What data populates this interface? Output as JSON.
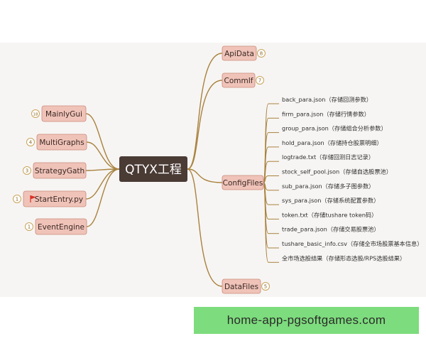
{
  "center": {
    "label": "QTYX工程"
  },
  "right_nodes": [
    {
      "label": "ApiData",
      "badge": "8"
    },
    {
      "label": "CommIf",
      "badge": "7"
    },
    {
      "label": "ConfigFiles",
      "badge": ""
    },
    {
      "label": "DataFiles",
      "badge": "5"
    }
  ],
  "left_nodes": [
    {
      "label": "MainlyGui",
      "badge": "18",
      "flag": false
    },
    {
      "label": "MultiGraphs",
      "badge": "4",
      "flag": false
    },
    {
      "label": "StrategyGath",
      "badge": "3",
      "flag": false
    },
    {
      "label": "StartEntry.py",
      "badge": "1",
      "flag": true
    },
    {
      "label": "EventEngine",
      "badge": "1",
      "flag": false
    }
  ],
  "config_items": [
    "back_para.json（存储回测参数）",
    "firm_para.json（存储行情参数）",
    "group_para.json（存储组合分析参数）",
    "hold_para.json（存储持仓股票明细）",
    "logtrade.txt（存储回测日志记录）",
    "stock_self_pool.json（存储自选股票池）",
    "sub_para.json（存储多子图参数）",
    "sys_para.json（存储系统配置参数）",
    "token.txt（存储tushare token码）",
    "trade_para.json（存储交易股票池）",
    "tushare_basic_info.csv（存储全市场股票基本信息）",
    "全市场选股结果（存储形态选股/RPS选股结果）"
  ],
  "watermark": "home-app-pgsoftgames.com",
  "colors": {
    "center_fill": "#4a3b35",
    "node_fill": "#f0c3b9",
    "node_stroke": "#c98a7a",
    "branch": "#a8823f",
    "badge_stroke": "#c9a45a",
    "flag": "#d93025"
  }
}
